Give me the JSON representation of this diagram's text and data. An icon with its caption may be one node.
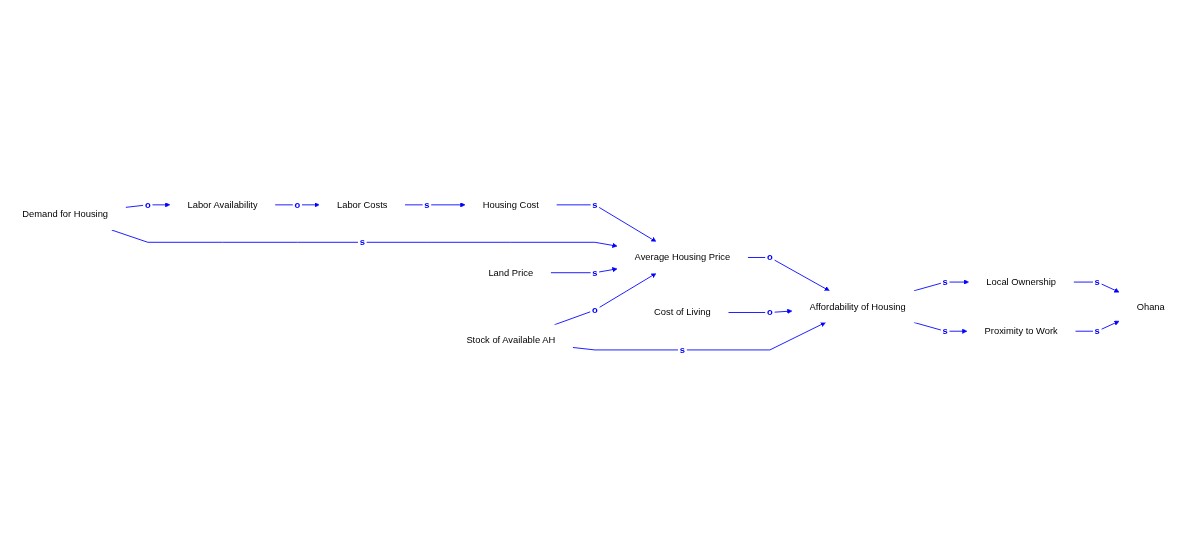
{
  "diagram": {
    "nodes": [
      {
        "text": [
          "Land Price"
        ]
      },
      {
        "text": [
          "Ohana"
        ]
      },
      {
        "text": [
          "Cost of Living"
        ]
      },
      {
        "text": [
          "Local Ownership"
        ]
      },
      {
        "text": [
          "Proximity to Work"
        ]
      },
      {
        "text": [
          "Demand for Housing"
        ]
      },
      {
        "text": [
          "Labor Availability"
        ]
      },
      {
        "text": [
          "Average Housing Price"
        ]
      },
      {
        "text": [
          "Affordability of Housing"
        ]
      },
      {
        "text": [
          "Labor Costs"
        ]
      },
      {
        "text": [
          "Housing Cost"
        ]
      },
      {
        "text": [
          "Stock of Available AH"
        ]
      }
    ],
    "edges": [
      {
        "from": 5,
        "to": 6,
        "arrow": "to",
        "label": "o"
      },
      {
        "from": 6,
        "to": 9,
        "arrow": "to",
        "label": "o"
      },
      {
        "from": 9,
        "to": 10,
        "arrow": "to",
        "label": "s"
      },
      {
        "from": 10,
        "to": 7,
        "arrow": "to",
        "label": "s"
      },
      {
        "from": 5,
        "to": 7,
        "arrow": "to",
        "label": "s"
      },
      {
        "from": 0,
        "to": 7,
        "arrow": "to",
        "label": "s"
      },
      {
        "from": 7,
        "to": 8,
        "arrow": "to",
        "label": "o"
      },
      {
        "from": 2,
        "to": 8,
        "arrow": "to",
        "label": "o"
      },
      {
        "from": 11,
        "to": 7,
        "arrow": "to",
        "label": "o"
      },
      {
        "from": 11,
        "to": 8,
        "arrow": "to",
        "label": "s"
      },
      {
        "from": 8,
        "to": 3,
        "arrow": "to",
        "label": "s"
      },
      {
        "from": 3,
        "to": 1,
        "arrow": "to",
        "label": "s"
      },
      {
        "from": 8,
        "to": 4,
        "arrow": "to",
        "label": "s"
      },
      {
        "from": 4,
        "to": 1,
        "arrow": "to",
        "label": "s"
      }
    ]
  }
}
